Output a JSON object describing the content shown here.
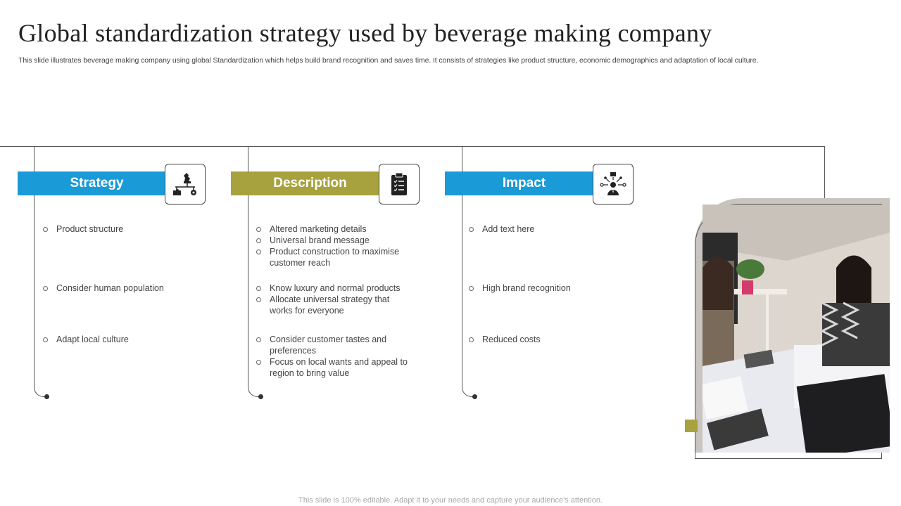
{
  "title": "Global standardization strategy used by beverage making company",
  "subtitle": "This slide illustrates beverage making company using global Standardization which helps build brand recognition and saves time. It consists of strategies like product structure, economic demographics and adaptation of local culture.",
  "footer": "This slide is 100% editable. Adapt it to your needs and capture your audience's attention.",
  "colors": {
    "blue": "#1a9ad6",
    "olive": "#a8a23e"
  },
  "columns": [
    {
      "heading": "Strategy",
      "icon": "chess-puzzle-gear-icon",
      "groups": [
        [
          "Product structure"
        ],
        [
          "Consider human population"
        ],
        [
          "Adapt local culture"
        ]
      ]
    },
    {
      "heading": "Description",
      "icon": "clipboard-checklist-icon",
      "groups": [
        [
          "Altered marketing details",
          "Universal  brand  message",
          "Product construction to maximise customer reach"
        ],
        [
          "Know luxury and normal products",
          "Allocate universal  strategy that works for everyone"
        ],
        [
          "Consider  customer tastes and preferences",
          "Focus on local wants and appeal to region to bring value"
        ]
      ]
    },
    {
      "heading": "Impact",
      "icon": "businessman-network-icon",
      "groups": [
        [
          "Add text here"
        ],
        [
          "High brand recognition"
        ],
        [
          "Reduced  costs"
        ]
      ]
    }
  ]
}
